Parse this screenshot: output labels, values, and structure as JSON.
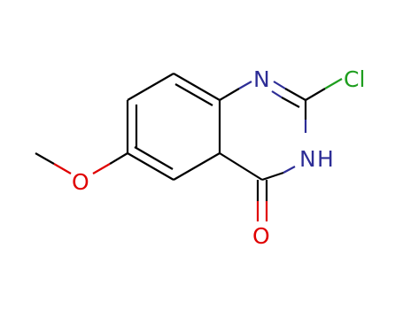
{
  "molecule": {
    "atoms": {
      "n1": {
        "symbol": "N",
        "color": "#2d2d96"
      },
      "n3": {
        "symbol": "N",
        "color": "#2d2d96"
      },
      "h3": {
        "symbol": "H",
        "color": "#2d2d96"
      },
      "cl": {
        "symbol": "Cl",
        "color": "#1e9e1e"
      },
      "o_carbonyl": {
        "symbol": "O",
        "color": "#e00000"
      },
      "o_methoxy": {
        "symbol": "O",
        "color": "#e00000"
      }
    },
    "colors": {
      "carbon_bond": "#000000",
      "nitrogen": "#2d2d96",
      "chlorine": "#1e9e1e",
      "oxygen": "#e00000"
    }
  }
}
